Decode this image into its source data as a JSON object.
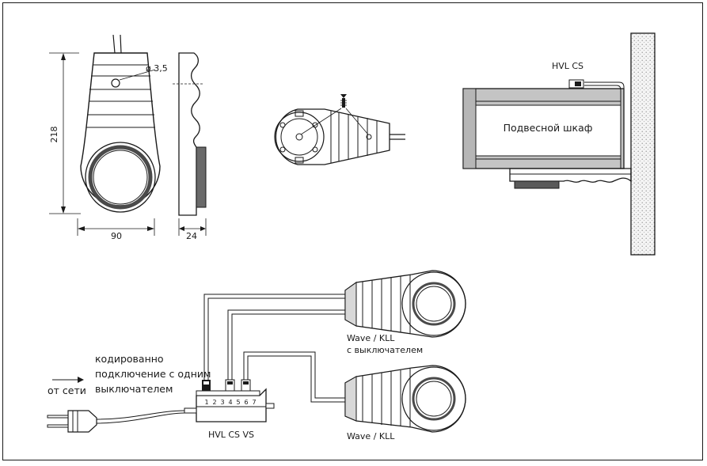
{
  "dimensions": {
    "height": "218",
    "width": "90",
    "depth": "24",
    "hole": "ø 3,5"
  },
  "top_right": {
    "sensor_label": "HVL CS",
    "cabinet_label": "Подвесной шкаф"
  },
  "wiring": {
    "source_label": "от сети",
    "coded_label_lines": [
      "кодированно",
      "подключение с одним",
      "выключателем"
    ],
    "unit_label": "HVL CS VS",
    "terminal_numbers": [
      "1",
      "2",
      "3",
      "4",
      "5",
      "6",
      "7"
    ],
    "lamp_top_label_lines": [
      "Wave / KLL",
      "с выключателем"
    ],
    "lamp_bottom_label": "Wave / KLL"
  },
  "colors": {
    "line": "#1a1a1a",
    "cabinet_fill": "#c4c4c4",
    "dark_fill": "#5a5a5a",
    "wall_fill": "#f2f2f2"
  }
}
